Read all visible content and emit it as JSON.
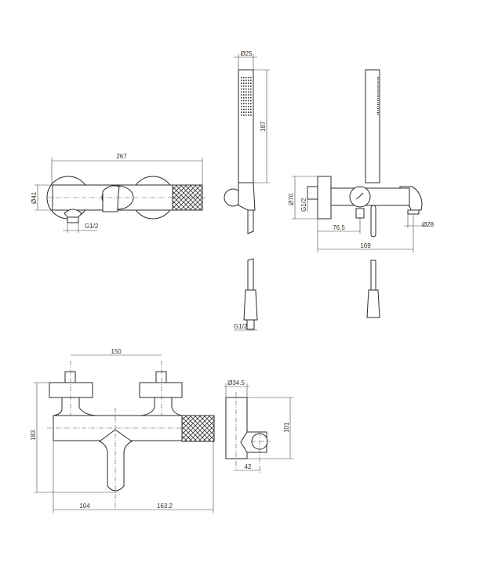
{
  "drawing": {
    "front_view": {
      "width": "267",
      "diameter": "Ø41",
      "inlet": "G1/2"
    },
    "hand_shower": {
      "diameter": "Ø25",
      "length": "187",
      "hose_thread": "G1/2"
    },
    "side_view": {
      "plate_diameter": "Ø70",
      "inlet": "G1/2",
      "depth_to_inlet": "76.5",
      "total_depth": "169",
      "spout_diameter": "Ø28"
    },
    "bottom_view": {
      "centers": "150",
      "height": "183",
      "left_offset": "104",
      "right_offset": "163.2"
    },
    "holder_view": {
      "diameter": "Ø34.5",
      "height": "101",
      "offset": "42"
    }
  }
}
